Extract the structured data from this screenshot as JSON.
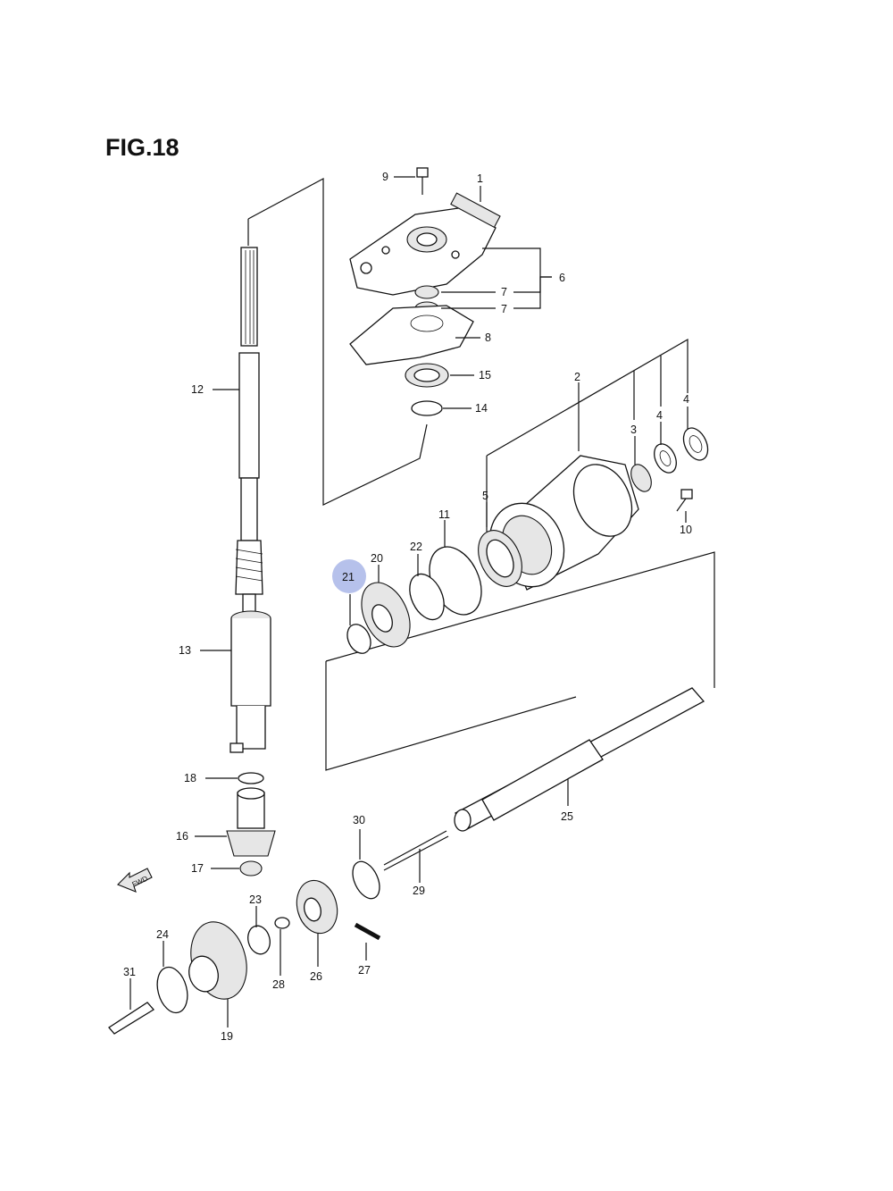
{
  "title": "FIG.18",
  "highlight_color": "#a9b6e8",
  "fwd_label": "FWD",
  "callouts": [
    {
      "id": "c1",
      "text": "1"
    },
    {
      "id": "c2",
      "text": "2"
    },
    {
      "id": "c3",
      "text": "3"
    },
    {
      "id": "c4a",
      "text": "4"
    },
    {
      "id": "c4b",
      "text": "4"
    },
    {
      "id": "c5",
      "text": "5"
    },
    {
      "id": "c6",
      "text": "6"
    },
    {
      "id": "c7a",
      "text": "7"
    },
    {
      "id": "c7b",
      "text": "7"
    },
    {
      "id": "c8",
      "text": "8"
    },
    {
      "id": "c9",
      "text": "9"
    },
    {
      "id": "c10",
      "text": "10"
    },
    {
      "id": "c11",
      "text": "11"
    },
    {
      "id": "c12",
      "text": "12"
    },
    {
      "id": "c13",
      "text": "13"
    },
    {
      "id": "c14",
      "text": "14"
    },
    {
      "id": "c15",
      "text": "15"
    },
    {
      "id": "c16",
      "text": "16"
    },
    {
      "id": "c17",
      "text": "17"
    },
    {
      "id": "c18",
      "text": "18"
    },
    {
      "id": "c19",
      "text": "19"
    },
    {
      "id": "c20",
      "text": "20"
    },
    {
      "id": "c21",
      "text": "21"
    },
    {
      "id": "c22",
      "text": "22"
    },
    {
      "id": "c23",
      "text": "23"
    },
    {
      "id": "c24",
      "text": "24"
    },
    {
      "id": "c25",
      "text": "25"
    },
    {
      "id": "c26",
      "text": "26"
    },
    {
      "id": "c27",
      "text": "27"
    },
    {
      "id": "c28",
      "text": "28"
    },
    {
      "id": "c29",
      "text": "29"
    },
    {
      "id": "c30",
      "text": "30"
    },
    {
      "id": "c31",
      "text": "31"
    }
  ]
}
